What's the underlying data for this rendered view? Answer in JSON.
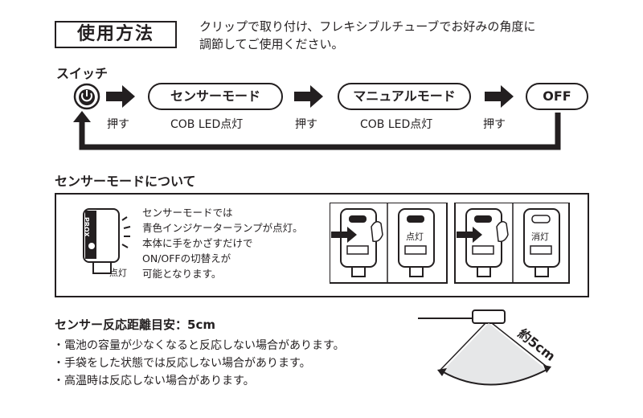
{
  "title": "使用方法",
  "intro": {
    "line1": "クリップで取り付け、フレキシブルチューブでお好みの角度に",
    "line2": "調節してご使用ください。"
  },
  "switch": {
    "label": "スイッチ",
    "modes": [
      "センサーモード",
      "マニュアルモード",
      "OFF"
    ],
    "press": [
      "押す",
      "押す",
      "押す"
    ],
    "mode_captions": [
      "COB LED点灯",
      "COB LED点灯"
    ]
  },
  "sensor_section": {
    "heading": "センサーモードについて",
    "device_label": "点灯",
    "device_logo": "PROX",
    "description": [
      "センサーモードでは",
      "青色インジケーターランプが点灯。",
      "本体に手をかざすだけで",
      "ON/OFFの切替えが",
      "可能となります。"
    ],
    "panel1_label": "点灯",
    "panel2_label": "消灯"
  },
  "range": {
    "heading": "センサー反応距離目安：5cm",
    "notes": [
      "・電池の容量が少なくなると反応しない場合があります。",
      "・手袋をした状態では反応しない場合があります。",
      "・高温時は反応しない場合があります。"
    ],
    "fan_label": "約5cm"
  }
}
